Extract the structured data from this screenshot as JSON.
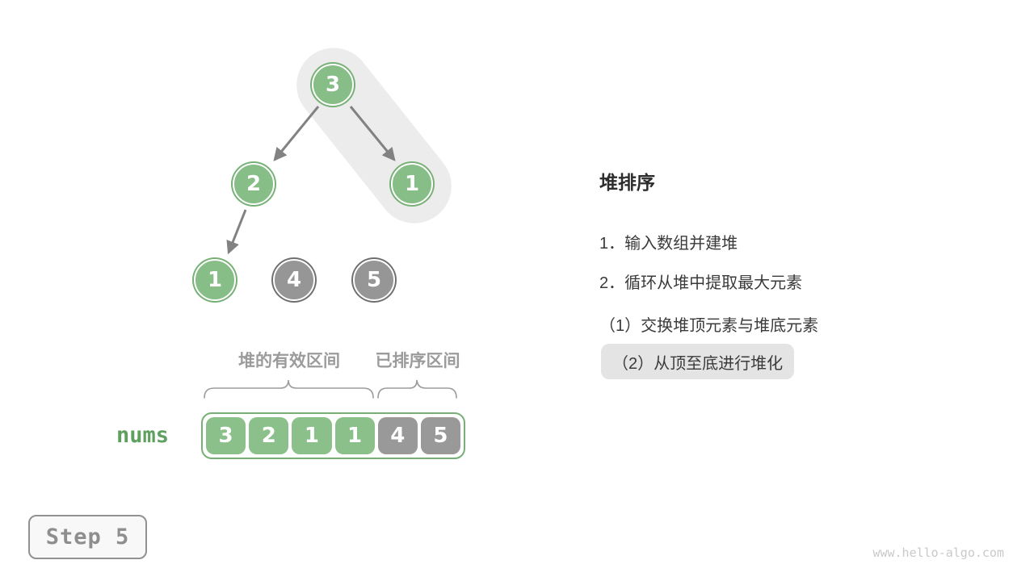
{
  "tree": {
    "nodes": [
      {
        "name": "root",
        "value": 3,
        "state": "heap",
        "in_highlight_path": true
      },
      {
        "name": "left-child",
        "value": 2,
        "state": "heap",
        "in_highlight_path": false
      },
      {
        "name": "right-child",
        "value": 1,
        "state": "heap",
        "in_highlight_path": true
      },
      {
        "name": "left-left-child",
        "value": 1,
        "state": "heap",
        "in_highlight_path": false
      },
      {
        "name": "detached-4",
        "value": 4,
        "state": "sorted",
        "in_highlight_path": false
      },
      {
        "name": "detached-5",
        "value": 5,
        "state": "sorted",
        "in_highlight_path": false
      }
    ],
    "edges": [
      [
        "root",
        "left-child"
      ],
      [
        "root",
        "right-child"
      ],
      [
        "left-child",
        "left-left-child"
      ]
    ]
  },
  "array": {
    "label": "nums",
    "cells": [
      {
        "value": 3,
        "state": "heap"
      },
      {
        "value": 2,
        "state": "heap"
      },
      {
        "value": 1,
        "state": "heap"
      },
      {
        "value": 1,
        "state": "heap"
      },
      {
        "value": 4,
        "state": "sorted"
      },
      {
        "value": 5,
        "state": "sorted"
      }
    ],
    "region_labels": {
      "heap": "堆的有效区间",
      "sorted": "已排序区间"
    }
  },
  "panel": {
    "title": "堆排序",
    "items": [
      {
        "text": "1．输入数组并建堆",
        "highlighted": false
      },
      {
        "text": "2．循环从堆中提取最大元素",
        "highlighted": false
      },
      {
        "text": "（1）交换堆顶元素与堆底元素",
        "highlighted": false
      },
      {
        "text": "（2）从顶至底进行堆化",
        "highlighted": true
      }
    ]
  },
  "step_badge": "Step 5",
  "watermark": "www.hello-algo.com",
  "colors": {
    "heap_green": "#87bd86",
    "green_border": "#77b075",
    "nums_label_green": "#5fa05f",
    "sorted_gray": "#969696",
    "gray_ring": "#6f6f6f",
    "arrow_gray": "#828282",
    "highlight_capsule": "#ececec",
    "region_label_gray": "#9b9b9b",
    "text_dark": "#3a3a3a",
    "pill_background": "#e4e4e4",
    "step_text_gray": "#8e8e8e",
    "watermark_gray": "#c9c9c9"
  }
}
